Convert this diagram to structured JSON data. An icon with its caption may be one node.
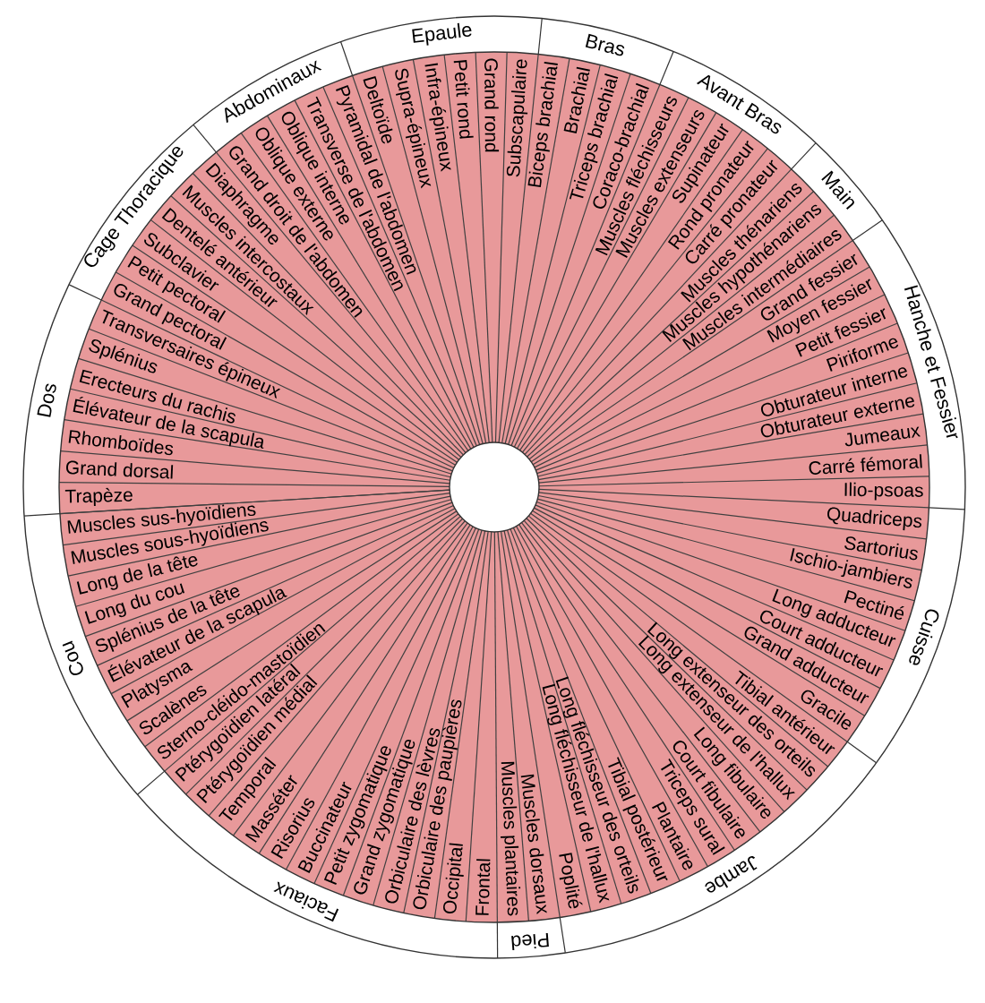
{
  "diagram": {
    "nodes": [
      {
        "text": [
          "Dos"
        ]
      },
      {
        "text": [
          "Trapèze"
        ]
      },
      {
        "text": [
          "Grand dorsal"
        ]
      },
      {
        "text": [
          "Rhomboïdes"
        ]
      },
      {
        "text": [
          "Élévateur de la scapula"
        ]
      },
      {
        "text": [
          "Erecteurs du rachis"
        ]
      },
      {
        "text": [
          "Splénius"
        ]
      },
      {
        "text": [
          "Transversaires épineux"
        ]
      },
      {
        "text": [
          "Cage Thoracique"
        ]
      },
      {
        "text": [
          "Grand pectoral"
        ]
      },
      {
        "text": [
          "Petit pectoral"
        ]
      },
      {
        "text": [
          "Subclavier"
        ]
      },
      {
        "text": [
          "Dentelé antérieur"
        ]
      },
      {
        "text": [
          "Muscles intercostaux"
        ]
      },
      {
        "text": [
          "Diaphragme"
        ]
      },
      {
        "text": [
          "Abdominaux"
        ]
      },
      {
        "text": [
          "Grand droit de l'abdomen"
        ]
      },
      {
        "text": [
          "Oblique externe"
        ]
      },
      {
        "text": [
          "Oblique interne"
        ]
      },
      {
        "text": [
          "Transverse de l'abdomen"
        ]
      },
      {
        "text": [
          "Pyramidal de l'abdomen"
        ]
      },
      {
        "text": [
          "Epaule"
        ]
      },
      {
        "text": [
          "Deltoïde"
        ]
      },
      {
        "text": [
          "Supra-épineux"
        ]
      },
      {
        "text": [
          "Infra-épineux"
        ]
      },
      {
        "text": [
          "Petit rond"
        ]
      },
      {
        "text": [
          "Grand rond"
        ]
      },
      {
        "text": [
          "Subscapulaire"
        ]
      },
      {
        "text": [
          "Bras"
        ]
      },
      {
        "text": [
          "Biceps brachial"
        ]
      },
      {
        "text": [
          "Brachial"
        ]
      },
      {
        "text": [
          "Triceps brachial"
        ]
      },
      {
        "text": [
          "Coraco-brachial"
        ]
      },
      {
        "text": [
          "Avant Bras"
        ]
      },
      {
        "text": [
          "Muscles fléchisseurs"
        ]
      },
      {
        "text": [
          "Muscles extenseurs"
        ]
      },
      {
        "text": [
          "Supinateur"
        ]
      },
      {
        "text": [
          "Rond pronateur"
        ]
      },
      {
        "text": [
          "Carré pronateur"
        ]
      },
      {
        "text": [
          "Main"
        ]
      },
      {
        "text": [
          "Muscles thénariens"
        ]
      },
      {
        "text": [
          "Muscles hypothénariens"
        ]
      },
      {
        "text": [
          "Muscles intermédiaires"
        ]
      },
      {
        "text": [
          "Hanche et Fessier"
        ]
      },
      {
        "text": [
          "Grand fessier"
        ]
      },
      {
        "text": [
          "Moyen fessier"
        ]
      },
      {
        "text": [
          "Petit fessier"
        ]
      },
      {
        "text": [
          "Piriforme"
        ]
      },
      {
        "text": [
          "Obturateur interne"
        ]
      },
      {
        "text": [
          "Obturateur externe"
        ]
      },
      {
        "text": [
          "Jumeaux"
        ]
      },
      {
        "text": [
          "Carré fémoral"
        ]
      },
      {
        "text": [
          "Ilio-psoas"
        ]
      },
      {
        "text": [
          "Cuisse"
        ]
      },
      {
        "text": [
          "Quadriceps"
        ]
      },
      {
        "text": [
          "Sartorius"
        ]
      },
      {
        "text": [
          "Ischio-jambiers"
        ]
      },
      {
        "text": [
          "Pectiné"
        ]
      },
      {
        "text": [
          "Long adducteur"
        ]
      },
      {
        "text": [
          "Court adducteur"
        ]
      },
      {
        "text": [
          "Grand adducteur"
        ]
      },
      {
        "text": [
          "Gracile"
        ]
      },
      {
        "text": [
          "Jambe"
        ]
      },
      {
        "text": [
          "Tibial antérieur"
        ]
      },
      {
        "text": [
          "Long extenseur des orteils"
        ]
      },
      {
        "text": [
          "Long extenseur de l'hallux"
        ]
      },
      {
        "text": [
          "Long fibulaire"
        ]
      },
      {
        "text": [
          "Court fibulaire"
        ]
      },
      {
        "text": [
          "Triceps sural"
        ]
      },
      {
        "text": [
          "Plantaire"
        ]
      },
      {
        "text": [
          "Tibial postérieur"
        ]
      },
      {
        "text": [
          "Long fléchisseur des orteils"
        ]
      },
      {
        "text": [
          "Long fléchisseur de l'hallux"
        ]
      },
      {
        "text": [
          "Poplité"
        ]
      },
      {
        "text": [
          "Pied"
        ]
      },
      {
        "text": [
          "Muscles dorsaux"
        ]
      },
      {
        "text": [
          "Muscles plantaires"
        ]
      },
      {
        "text": [
          "Faciaux"
        ]
      },
      {
        "text": [
          "Frontal"
        ]
      },
      {
        "text": [
          "Occipital"
        ]
      },
      {
        "text": [
          "Orbiculaire des paupières"
        ]
      },
      {
        "text": [
          "Orbiculaire des lèvres"
        ]
      },
      {
        "text": [
          "Grand zygomatique"
        ]
      },
      {
        "text": [
          "Petit zygomatique"
        ]
      },
      {
        "text": [
          "Buccinateur"
        ]
      },
      {
        "text": [
          "Risorius"
        ]
      },
      {
        "text": [
          "Masséter"
        ]
      },
      {
        "text": [
          "Temporal"
        ]
      },
      {
        "text": [
          "Ptérygoïdien médial"
        ]
      },
      {
        "text": [
          "Ptérygoïdien latéral"
        ]
      },
      {
        "text": [
          "Cou"
        ]
      },
      {
        "text": [
          "Sterno-cléido-mastoïdien"
        ]
      },
      {
        "text": [
          "Scalènes"
        ]
      },
      {
        "text": [
          "Platysma"
        ]
      },
      {
        "text": [
          "Élévateur de la scapula"
        ]
      },
      {
        "text": [
          "Splénius de la tête"
        ]
      },
      {
        "text": [
          "Long du cou"
        ]
      },
      {
        "text": [
          "Long de la tête"
        ]
      },
      {
        "text": [
          "Muscles sous-hyoïdiens"
        ]
      },
      {
        "text": [
          "Muscles sus-hyoïdiens"
        ]
      }
    ]
  }
}
